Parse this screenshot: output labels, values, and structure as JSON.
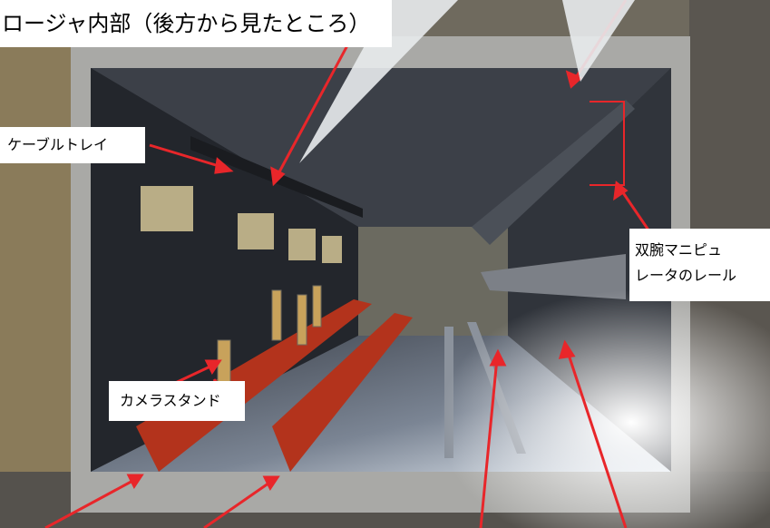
{
  "title": "ロージャ内部（後方から見たところ）",
  "labels": {
    "cable_tray": "ケーブルトレイ",
    "camera_stand": "カメラスタンド",
    "dual_arm_rail_line1": "双腕マニピュ",
    "dual_arm_rail_line2": "レータのレール"
  },
  "colors": {
    "arrow": "#e8262a",
    "bracket": "#e8262a",
    "interior": "#2a2d33",
    "frame": "#a9a9a6",
    "beam": "#b3331c"
  }
}
